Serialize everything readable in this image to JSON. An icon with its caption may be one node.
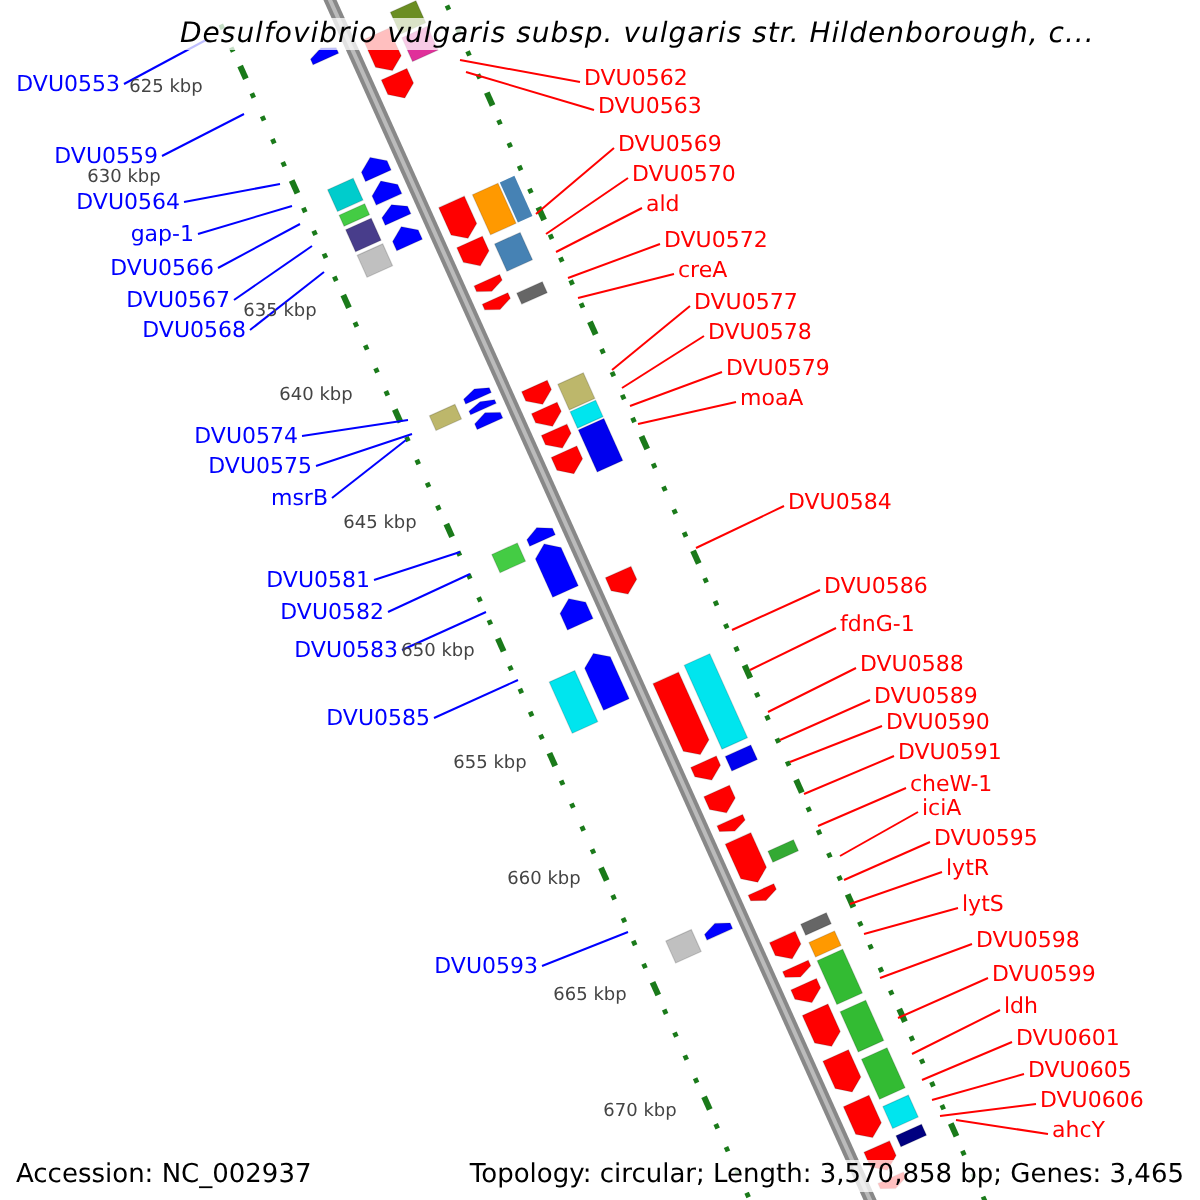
{
  "diagram": {
    "title": "Desulfovibrio vulgaris subsp. vulgaris str. Hildenborough, c...",
    "nodes": [
      {
        "text": [
          "DVU0562"
        ]
      },
      {
        "text": [
          "DVU0553"
        ]
      },
      {
        "text": [
          "DVU0563"
        ]
      },
      {
        "text": [
          "DVU0569"
        ]
      },
      {
        "text": [
          "DVU0559"
        ]
      },
      {
        "text": [
          "DVU0570"
        ]
      },
      {
        "text": [
          "DVU0564"
        ]
      },
      {
        "text": [
          "ald"
        ]
      },
      {
        "text": [
          "gap-1"
        ]
      },
      {
        "text": [
          "DVU0572"
        ]
      },
      {
        "text": [
          "DVU0566"
        ]
      },
      {
        "text": [
          "creA"
        ]
      },
      {
        "text": [
          "DVU0567"
        ]
      },
      {
        "text": [
          "DVU0577"
        ]
      },
      {
        "text": [
          "DVU0568"
        ]
      },
      {
        "text": [
          "DVU0578"
        ]
      },
      {
        "text": [
          "DVU0579"
        ]
      },
      {
        "text": [
          "moaA"
        ]
      },
      {
        "text": [
          "DVU0574"
        ]
      },
      {
        "text": [
          "DVU0575"
        ]
      },
      {
        "text": [
          "msrB"
        ]
      },
      {
        "text": [
          "DVU0584"
        ]
      },
      {
        "text": [
          "DVU0581"
        ]
      },
      {
        "text": [
          "DVU0586"
        ]
      },
      {
        "text": [
          "DVU0582"
        ]
      },
      {
        "text": [
          "fdnG-1"
        ]
      },
      {
        "text": [
          "DVU0583"
        ]
      },
      {
        "text": [
          "DVU0588"
        ]
      },
      {
        "text": [
          "DVU0589"
        ]
      },
      {
        "text": [
          "DVU0585"
        ]
      },
      {
        "text": [
          "DVU0590"
        ]
      },
      {
        "text": [
          "DVU0591"
        ]
      },
      {
        "text": [
          "cheW-1"
        ]
      },
      {
        "text": [
          "iciA"
        ]
      },
      {
        "text": [
          "DVU0595"
        ]
      },
      {
        "text": [
          "lytR"
        ]
      },
      {
        "text": [
          "lytS"
        ]
      },
      {
        "text": [
          "DVU0598"
        ]
      },
      {
        "text": [
          "DVU0593"
        ]
      },
      {
        "text": [
          "DVU0599"
        ]
      },
      {
        "text": [
          "ldh"
        ]
      },
      {
        "text": [
          "DVU0601"
        ]
      },
      {
        "text": [
          "DVU0605"
        ]
      },
      {
        "text": [
          "DVU0606"
        ]
      },
      {
        "text": [
          "ahcY"
        ]
      }
    ],
    "edges": [
      {
        "from": 0,
        "to": null,
        "arrow": "none"
      },
      {
        "from": 1,
        "to": null,
        "arrow": "none",
        "color": "#0000ff"
      },
      {
        "from": 2,
        "to": null,
        "arrow": "none"
      },
      {
        "from": 3,
        "to": null,
        "arrow": "none"
      },
      {
        "from": 4,
        "to": null,
        "arrow": "none",
        "color": "#0000ff"
      },
      {
        "from": 5,
        "to": null,
        "arrow": "none"
      },
      {
        "from": 6,
        "to": null,
        "arrow": "none",
        "color": "#0000ff"
      },
      {
        "from": 7,
        "to": null,
        "arrow": "none"
      },
      {
        "from": 8,
        "to": null,
        "arrow": "none",
        "color": "#0000ff"
      },
      {
        "from": 9,
        "to": null,
        "arrow": "none"
      },
      {
        "from": 10,
        "to": null,
        "arrow": "none",
        "color": "#0000ff"
      },
      {
        "from": 11,
        "to": null,
        "arrow": "none"
      },
      {
        "from": 12,
        "to": null,
        "arrow": "none",
        "color": "#0000ff"
      },
      {
        "from": 13,
        "to": null,
        "arrow": "none"
      },
      {
        "from": 14,
        "to": null,
        "arrow": "none",
        "color": "#0000ff"
      },
      {
        "from": 15,
        "to": null,
        "arrow": "none"
      },
      {
        "from": 16,
        "to": null,
        "arrow": "none"
      },
      {
        "from": 17,
        "to": null,
        "arrow": "none"
      },
      {
        "from": 18,
        "to": null,
        "arrow": "none",
        "color": "#0000ff"
      },
      {
        "from": 19,
        "to": null,
        "arrow": "none",
        "color": "#0000ff"
      },
      {
        "from": 20,
        "to": null,
        "arrow": "none",
        "color": "#0000ff"
      },
      {
        "from": 21,
        "to": null,
        "arrow": "none"
      },
      {
        "from": 22,
        "to": null,
        "arrow": "none",
        "color": "#0000ff"
      },
      {
        "from": 23,
        "to": null,
        "arrow": "none"
      },
      {
        "from": 24,
        "to": null,
        "arrow": "none",
        "color": "#0000ff"
      },
      {
        "from": 25,
        "to": null,
        "arrow": "none"
      },
      {
        "from": 26,
        "to": null,
        "arrow": "none",
        "color": "#0000ff"
      },
      {
        "from": 27,
        "to": null,
        "arrow": "none"
      },
      {
        "from": 28,
        "to": null,
        "arrow": "none"
      },
      {
        "from": 29,
        "to": null,
        "arrow": "none",
        "color": "#0000ff"
      },
      {
        "from": 30,
        "to": null,
        "arrow": "none"
      },
      {
        "from": 31,
        "to": null,
        "arrow": "none"
      },
      {
        "from": 32,
        "to": null,
        "arrow": "none"
      },
      {
        "from": 33,
        "to": null,
        "arrow": "none"
      },
      {
        "from": 34,
        "to": null,
        "arrow": "none"
      },
      {
        "from": 35,
        "to": null,
        "arrow": "none"
      },
      {
        "from": 36,
        "to": null,
        "arrow": "none"
      },
      {
        "from": 37,
        "to": null,
        "arrow": "none"
      },
      {
        "from": 38,
        "to": null,
        "arrow": "none",
        "color": "#0000ff"
      },
      {
        "from": 39,
        "to": null,
        "arrow": "none"
      },
      {
        "from": 40,
        "to": null,
        "arrow": "none"
      },
      {
        "from": 41,
        "to": null,
        "arrow": "none"
      },
      {
        "from": 42,
        "to": null,
        "arrow": "none"
      },
      {
        "from": 43,
        "to": null,
        "arrow": "none"
      },
      {
        "from": 44,
        "to": null,
        "arrow": "none"
      }
    ],
    "labels": [
      "625 kbp",
      "630 kbp",
      "635 kbp",
      "640 kbp",
      "645 kbp",
      "650 kbp",
      "655 kbp",
      "660 kbp",
      "665 kbp",
      "670 kbp",
      "Accession: NC_002937",
      "Topology: circular; Length: 3,570,858 bp; Genes: 3,465"
    ]
  }
}
